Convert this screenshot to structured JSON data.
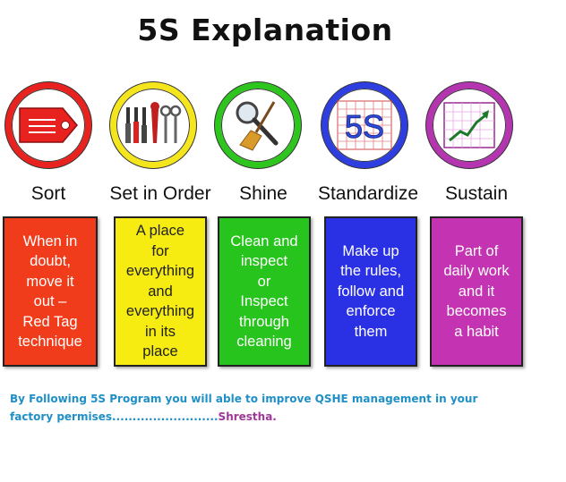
{
  "title": "5S Explanation",
  "steps": [
    {
      "label": "Sort",
      "icon": "red-tag-icon",
      "ring_color": "#e8231f",
      "card_color": "#f03c1a",
      "text": "When in\ndoubt,\nmove it\nout –\nRed Tag\ntechnique"
    },
    {
      "label": "Set in Order",
      "icon": "tools-icon",
      "ring_color": "#f4e51c",
      "card_color": "#f7ec12",
      "text": "A place\nfor\neverything\nand\neverything\nin its\nplace"
    },
    {
      "label": "Shine",
      "icon": "magnifier-broom-icon",
      "ring_color": "#2fc51f",
      "card_color": "#28c41e",
      "text": "Clean and\ninspect\nor\nInspect\nthrough\ncleaning"
    },
    {
      "label": "Standardize",
      "icon": "5s-grid-icon",
      "ring_color": "#2e3ee0",
      "card_color": "#2a31e5",
      "icon_text": "5S",
      "text": "Make up\nthe rules,\nfollow and\nenforce\nthem"
    },
    {
      "label": "Sustain",
      "icon": "growth-chart-icon",
      "ring_color": "#b534b0",
      "card_color": "#c434b2",
      "text": "Part of\ndaily work\nand it\nbecomes\na habit"
    }
  ],
  "footer": {
    "message": "By Following 5S Program you will able to improve QSHE management in your factory permises..........................",
    "author": "Shrestha."
  }
}
